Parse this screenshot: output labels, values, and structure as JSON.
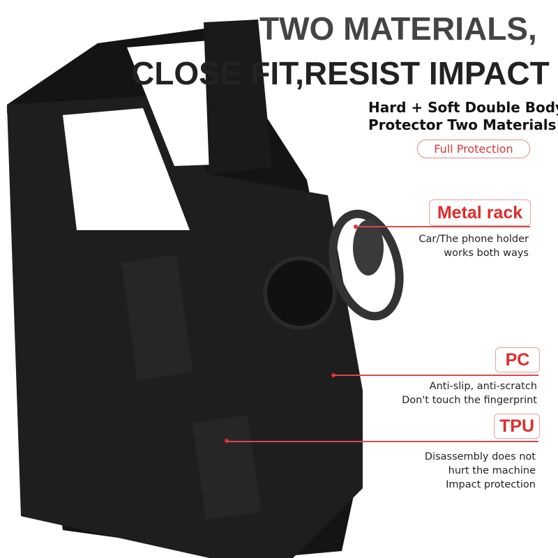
{
  "headline": {
    "line1": "TWO MATERIALS,",
    "line2": "CLOSE FIT,RESIST IMPACT"
  },
  "subheadline": {
    "line1": "Hard + Soft Double Body",
    "line2": "Protector Two Materials"
  },
  "badge": "Full Protection",
  "features": [
    {
      "label": "Metal rack",
      "desc": [
        "Car/The phone holder",
        "works both ways"
      ]
    },
    {
      "label": "PC",
      "desc": [
        "Anti-slip, anti-scratch",
        "Don't touch the fingerprint"
      ]
    },
    {
      "label": "TPU",
      "desc": [
        "Disassembly does not",
        "hurt the machine",
        "Impact protection"
      ]
    }
  ],
  "colors": {
    "accent": "#e02b2b",
    "case": "#1c1c1c"
  }
}
